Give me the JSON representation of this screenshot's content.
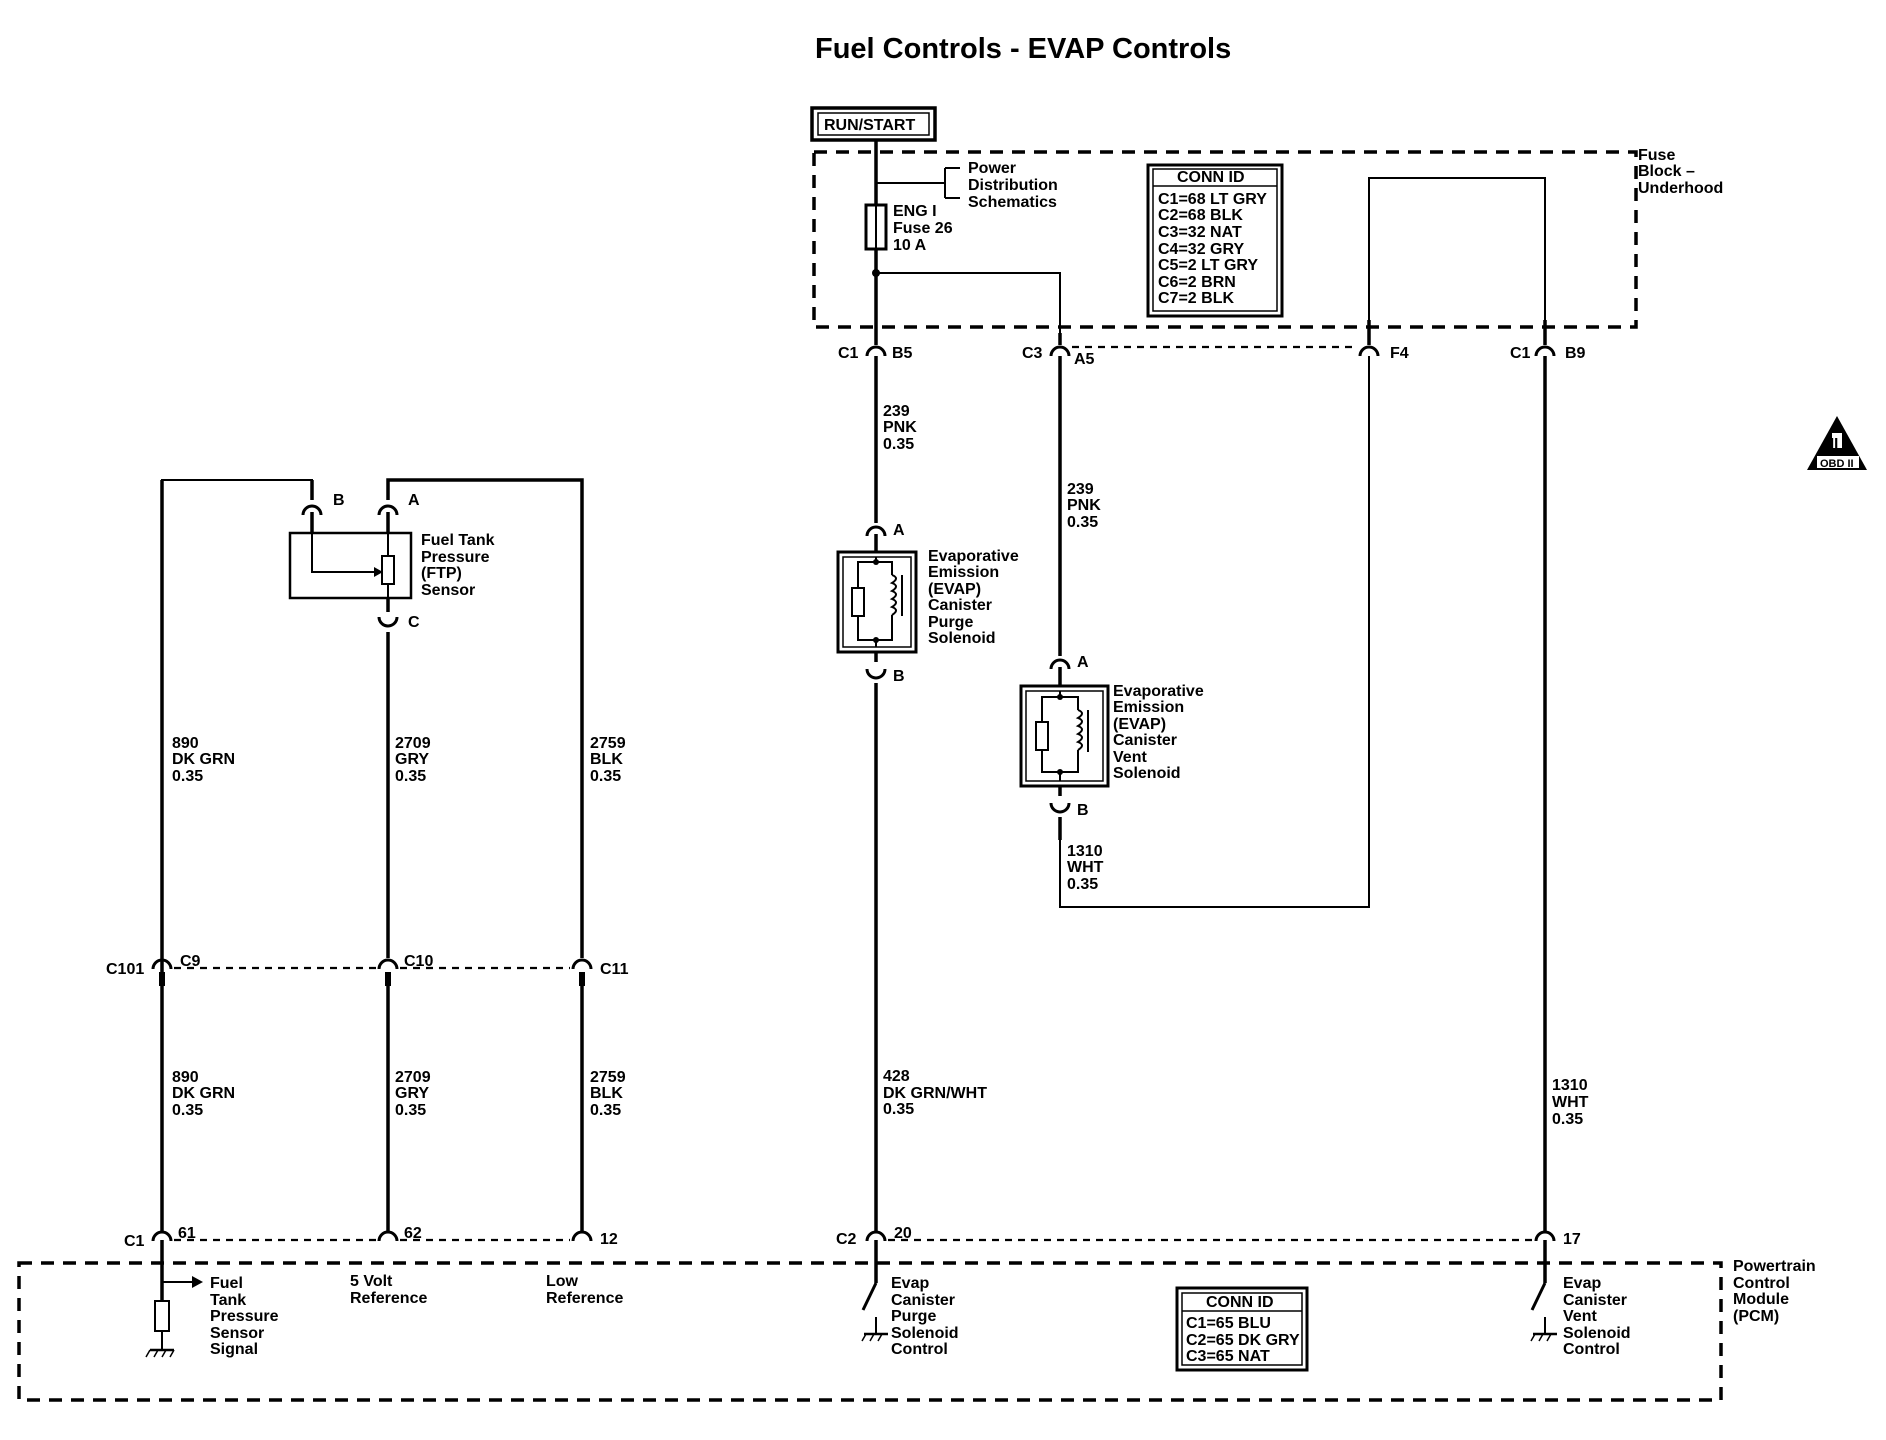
{
  "title": "Fuel Controls - EVAP Controls",
  "run_start": "RUN/START",
  "fuse_block": [
    "Fuse",
    "Block –",
    "Underhood"
  ],
  "power_distribution": [
    "Power",
    "Distribution",
    "Schematics"
  ],
  "fuse": [
    "ENG I",
    "Fuse 26",
    "10 A"
  ],
  "conn_id_fuse": {
    "title": "CONN ID",
    "rows": [
      "C1=68 LT GRY",
      "C2=68 BLK",
      "C3=32 NAT",
      "C4=32 GRY",
      "C5=2 LT GRY",
      "C6=2 BRN",
      "C7=2 BLK"
    ]
  },
  "conn_id_pcm": {
    "title": "CONN ID",
    "rows": [
      "C1=65 BLU",
      "C2=65 DK GRY",
      "C3=65 NAT"
    ]
  },
  "fuse_connectors": {
    "c1_b5": [
      "C1",
      "B5"
    ],
    "c3_a5": [
      "C3",
      "A5"
    ],
    "f4": "F4",
    "c1_b9": [
      "C1",
      "B9"
    ]
  },
  "wires": {
    "w239a": [
      "239",
      "PNK",
      "0.35"
    ],
    "w239b": [
      "239",
      "PNK",
      "0.35"
    ],
    "w1310a": [
      "1310",
      "WHT",
      "0.35"
    ],
    "w1310b": [
      "1310",
      "WHT",
      "0.35"
    ],
    "w428": [
      "428",
      "DK GRN/WHT",
      "0.35"
    ],
    "w890a": [
      "890",
      "DK GRN",
      "0.35"
    ],
    "w890b": [
      "890",
      "DK GRN",
      "0.35"
    ],
    "w2709a": [
      "2709",
      "GRY",
      "0.35"
    ],
    "w2709b": [
      "2709",
      "GRY",
      "0.35"
    ],
    "w2759a": [
      "2759",
      "BLK",
      "0.35"
    ],
    "w2759b": [
      "2759",
      "BLK",
      "0.35"
    ]
  },
  "purge_solenoid": {
    "label": [
      "Evaporative",
      "Emission",
      "(EVAP)",
      "Canister",
      "Purge",
      "Solenoid"
    ],
    "pin_a": "A",
    "pin_b": "B"
  },
  "vent_solenoid": {
    "label": [
      "Evaporative",
      "Emission",
      "(EVAP)",
      "Canister",
      "Vent",
      "Solenoid"
    ],
    "pin_a": "A",
    "pin_b": "B"
  },
  "ftp_sensor": {
    "label": [
      "Fuel Tank",
      "Pressure",
      "(FTP)",
      "Sensor"
    ],
    "pin_a": "A",
    "pin_b": "B",
    "pin_c": "C"
  },
  "c101": {
    "name": "C101",
    "pins": [
      "C9",
      "C10",
      "C11"
    ]
  },
  "pcm_connectors": {
    "c1": "C1",
    "p61": "61",
    "p62": "62",
    "p12": "12",
    "c2": "C2",
    "p20": "20",
    "p17": "17"
  },
  "pcm": {
    "label": [
      "Powertrain",
      "Control",
      "Module",
      "(PCM)"
    ],
    "ftp_signal": [
      "Fuel",
      "Tank",
      "Pressure",
      "Sensor",
      "Signal"
    ],
    "five_volt": [
      "5 Volt",
      "Reference"
    ],
    "low_ref": [
      "Low",
      "Reference"
    ],
    "purge_control": [
      "Evap",
      "Canister",
      "Purge",
      "Solenoid",
      "Control"
    ],
    "vent_control": [
      "Evap",
      "Canister",
      "Vent",
      "Solenoid",
      "Control"
    ]
  },
  "obd_badge": {
    "roman": "II",
    "text": "OBD II"
  }
}
